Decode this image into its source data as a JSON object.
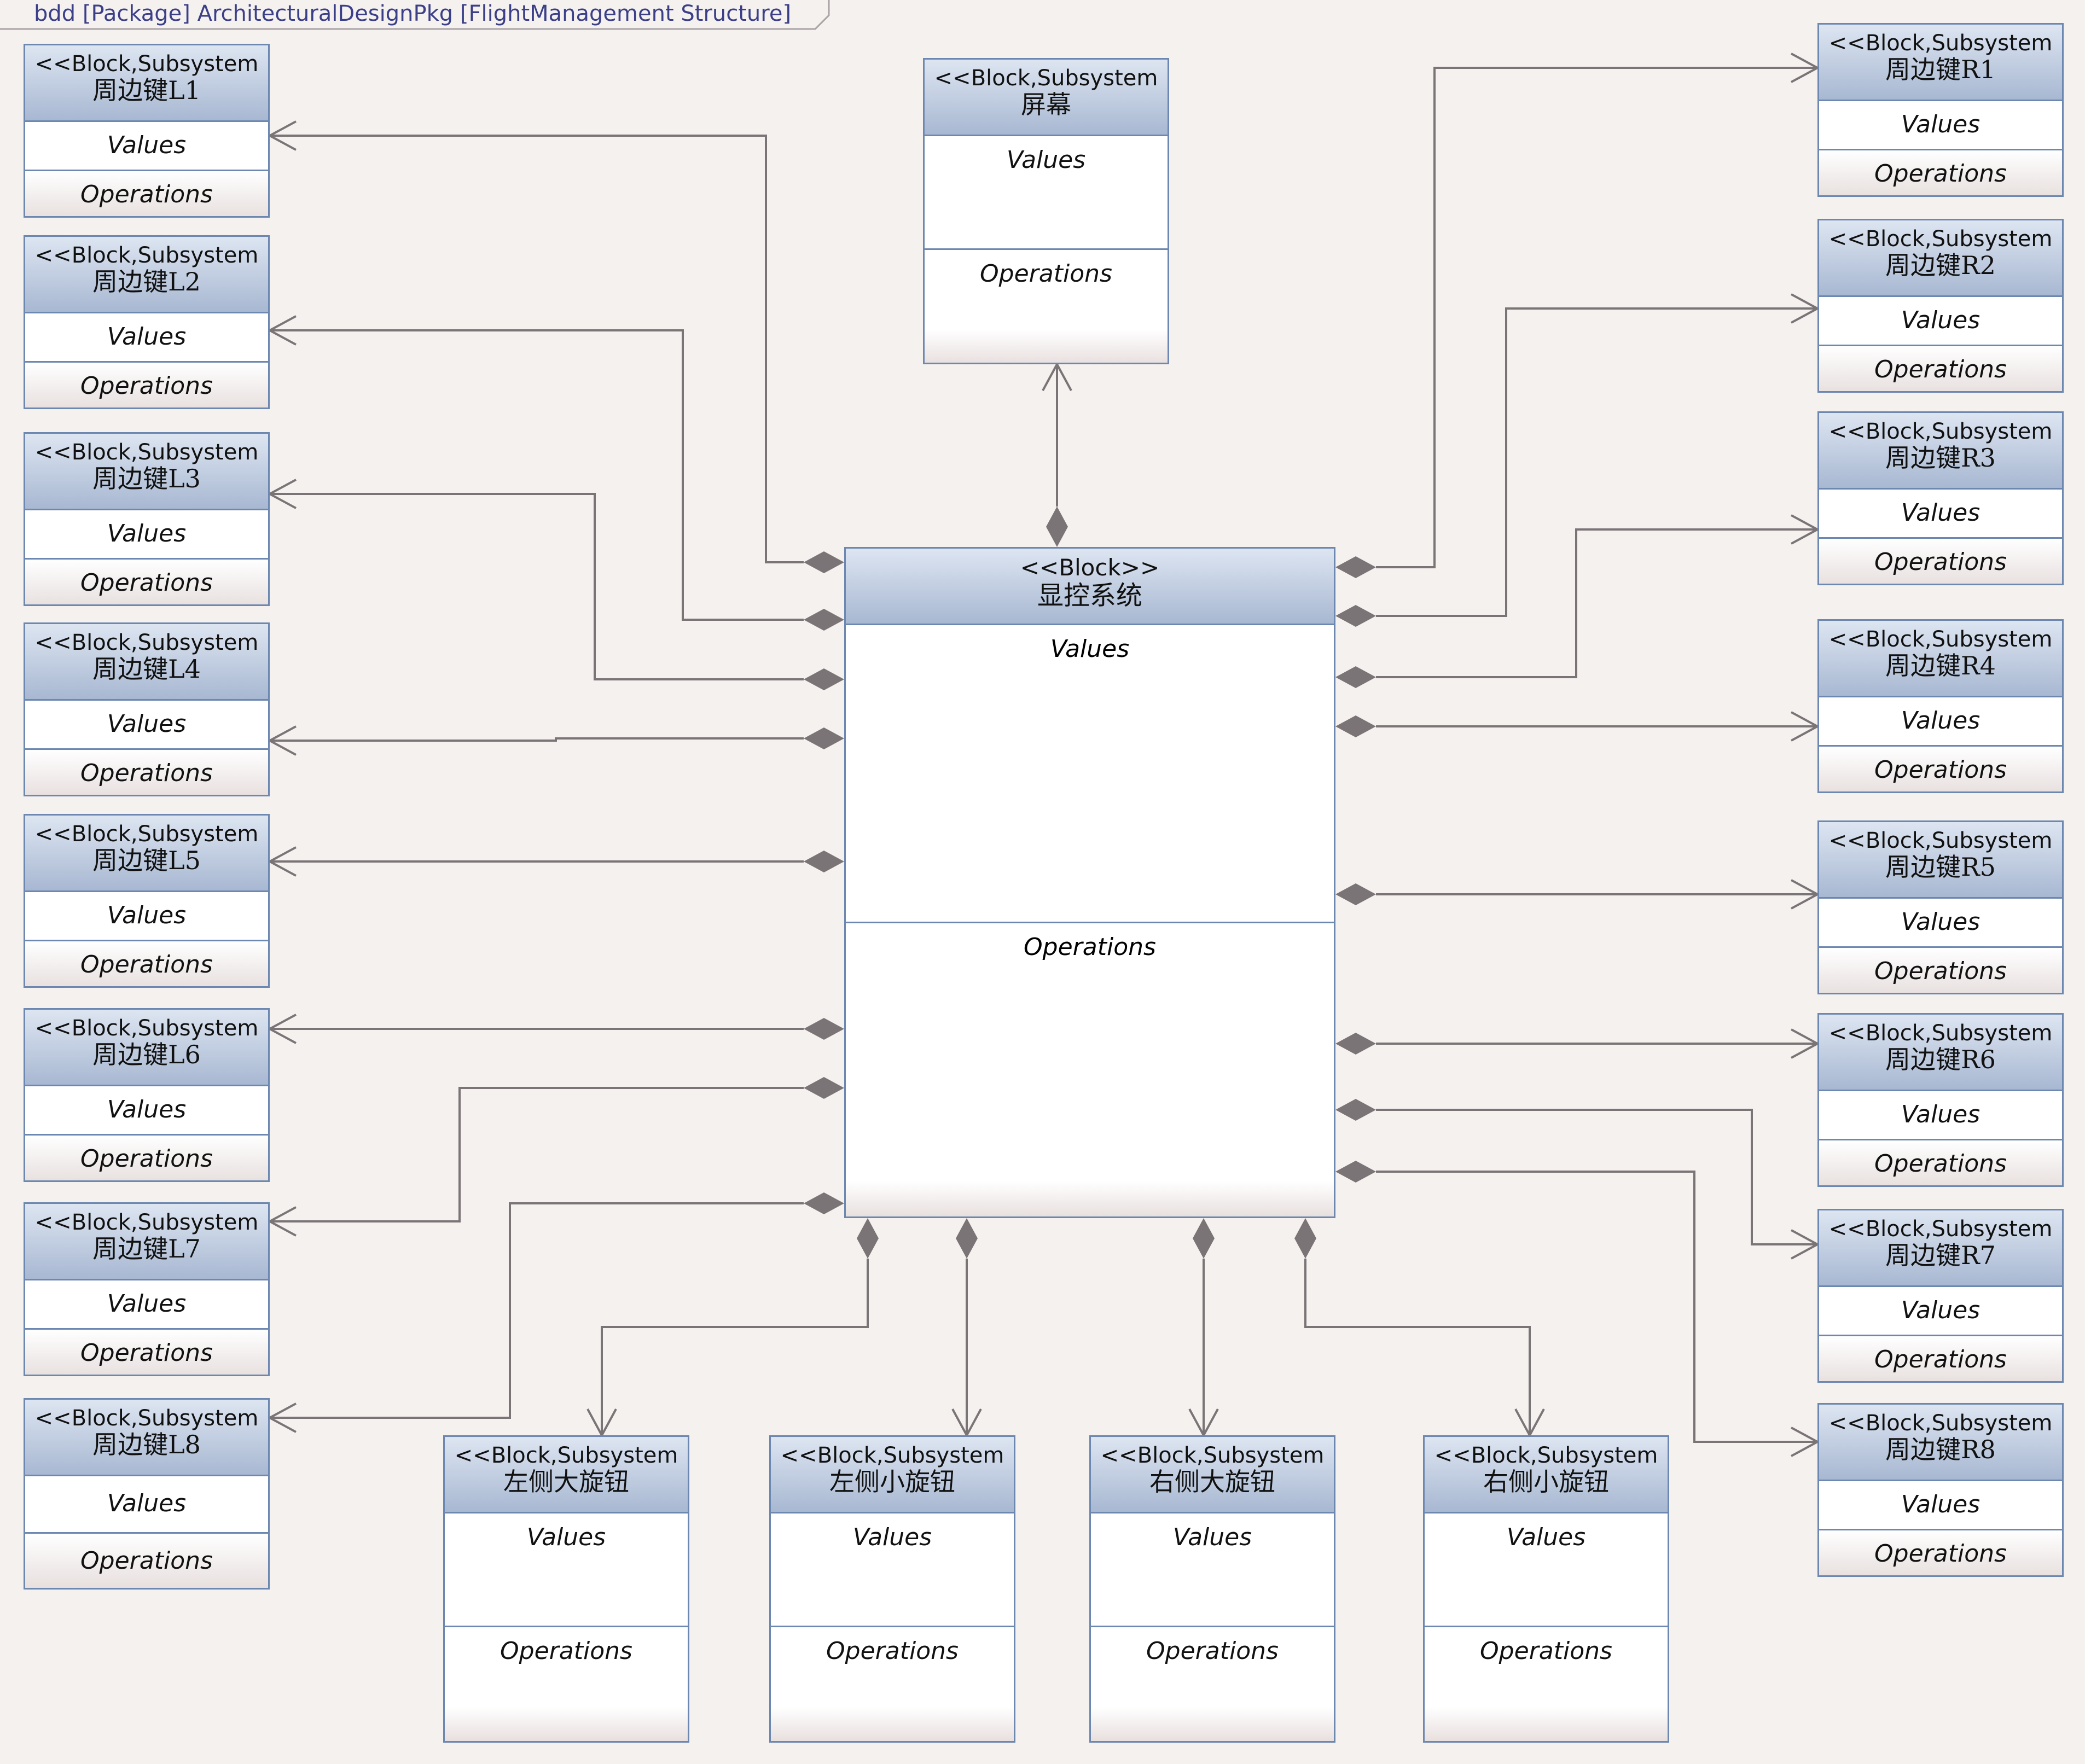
{
  "frame": {
    "title": "bdd [Package] ArchitecturalDesignPkg [FlightManagement Structure]"
  },
  "compartments": {
    "values": "Values",
    "operations": "Operations"
  },
  "main_block": {
    "stereotype": "<<Block>>",
    "name": "显控系统"
  },
  "screen_block": {
    "stereotype": "<<Block,Subsystem",
    "name": "屏幕"
  },
  "left_keys": [
    {
      "stereotype": "<<Block,Subsystem",
      "name": "周边键L1"
    },
    {
      "stereotype": "<<Block,Subsystem",
      "name": "周边键L2"
    },
    {
      "stereotype": "<<Block,Subsystem",
      "name": "周边键L3"
    },
    {
      "stereotype": "<<Block,Subsystem",
      "name": "周边键L4"
    },
    {
      "stereotype": "<<Block,Subsystem",
      "name": "周边键L5"
    },
    {
      "stereotype": "<<Block,Subsystem",
      "name": "周边键L6"
    },
    {
      "stereotype": "<<Block,Subsystem",
      "name": "周边键L7"
    },
    {
      "stereotype": "<<Block,Subsystem",
      "name": "周边键L8"
    }
  ],
  "right_keys": [
    {
      "stereotype": "<<Block,Subsystem",
      "name": "周边键R1"
    },
    {
      "stereotype": "<<Block,Subsystem",
      "name": "周边键R2"
    },
    {
      "stereotype": "<<Block,Subsystem",
      "name": "周边键R3"
    },
    {
      "stereotype": "<<Block,Subsystem",
      "name": "周边键R4"
    },
    {
      "stereotype": "<<Block,Subsystem",
      "name": "周边键R5"
    },
    {
      "stereotype": "<<Block,Subsystem",
      "name": "周边键R6"
    },
    {
      "stereotype": "<<Block,Subsystem",
      "name": "周边键R7"
    },
    {
      "stereotype": "<<Block,Subsystem",
      "name": "周边键R8"
    }
  ],
  "knobs": [
    {
      "stereotype": "<<Block,Subsystem",
      "name": "左侧大旋钮"
    },
    {
      "stereotype": "<<Block,Subsystem",
      "name": "左侧小旋钮"
    },
    {
      "stereotype": "<<Block,Subsystem",
      "name": "右侧大旋钮"
    },
    {
      "stereotype": "<<Block,Subsystem",
      "name": "右侧小旋钮"
    }
  ],
  "colors": {
    "background": "#f5f1ef",
    "block_border": "#6d88b0",
    "connector": "#7b7477",
    "title": "#3a3f88"
  }
}
